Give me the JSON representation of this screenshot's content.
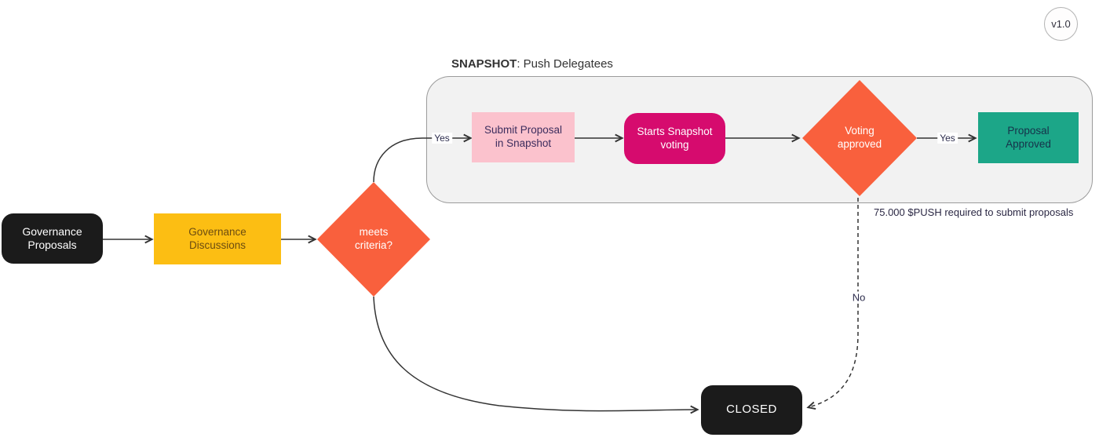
{
  "version_badge": {
    "label": "v1.0"
  },
  "snapshot_group": {
    "title_bold": "SNAPSHOT",
    "title_rest": ": Push Delegatees",
    "annotation": "75.000 $PUSH required to submit proposals"
  },
  "nodes": {
    "governance_proposals": "Governance Proposals",
    "governance_discussions": "Governance Discussions",
    "meets_criteria": "meets criteria?",
    "submit_proposal": "Submit Proposal in Snapshot",
    "starts_voting": "Starts Snapshot voting",
    "voting_approved": "Voting approved",
    "proposal_approved": "Proposal Approved",
    "closed": "CLOSED"
  },
  "edge_labels": {
    "criteria_yes": "Yes",
    "voting_yes": "Yes",
    "voting_no": "No"
  },
  "colors": {
    "black_node": "#1b1b1b",
    "yellow_node": "#fcbe13",
    "yellow_text": "#6b4c11",
    "orange_node": "#f9603d",
    "pink_node": "#fbc2cd",
    "pink_text": "#3c2d5e",
    "magenta_node": "#d60b6e",
    "teal_node": "#1ca688",
    "teal_text": "#16324a",
    "container_fill": "#f2f2f2",
    "container_border": "#9b9b9b",
    "edge": "#333333",
    "label_text": "#2d2d4d"
  }
}
